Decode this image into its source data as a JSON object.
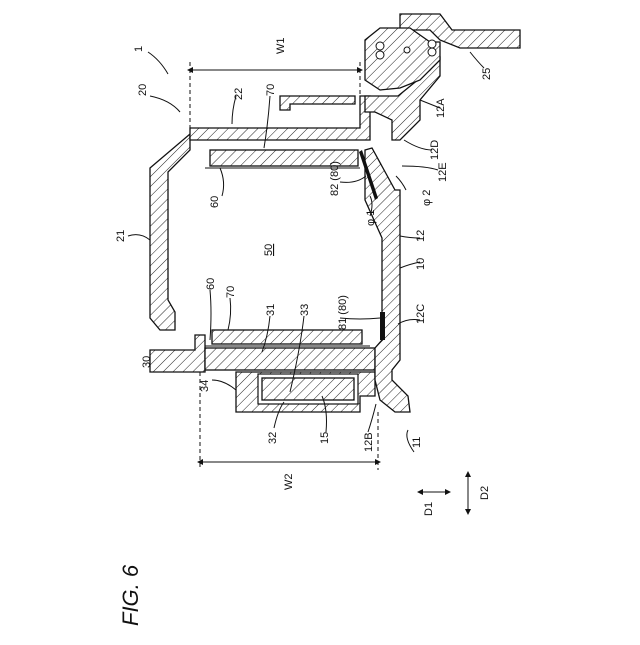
{
  "figure_title": "FIG. 6",
  "labels": {
    "n1": "1",
    "n20": "20",
    "n21": "21",
    "n22": "22",
    "n30": "30",
    "n34": "34",
    "nW1": "W1",
    "nW2": "W2",
    "n70a": "70",
    "n70b": "70",
    "n60a": "60",
    "n60b": "60",
    "n50": "50",
    "n31": "31",
    "n33": "33",
    "n32": "32",
    "n15": "15",
    "n12B": "12B",
    "n11": "11",
    "n10": "10",
    "n12": "12",
    "n12C": "12C",
    "n81": "81 (80)",
    "n82": "82 (80)",
    "n12E": "12E",
    "n12D": "12D",
    "n12A": "12A",
    "n25": "25",
    "phi1": "φ 1",
    "phi2": "φ 2",
    "nD1": "D1",
    "nD2": "D2"
  }
}
